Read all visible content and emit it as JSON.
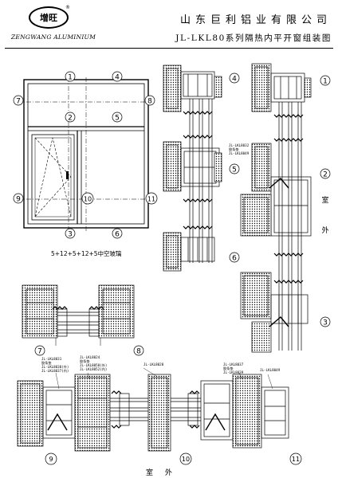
{
  "header": {
    "logo_mark": "增旺",
    "logo_registered": "®",
    "logo_sub": "ZENGWANG ALUMINIUM",
    "company": "山东巨利铝业有限公司",
    "drawing_title": "JL-LKL80系列隔热内平开窗组装图"
  },
  "elevation": {
    "callouts": [
      "1",
      "4",
      "7",
      "8",
      "2",
      "5",
      "9",
      "10",
      "11",
      "3",
      "6"
    ],
    "glass_note": "5+12+5+12+5中空玻璃"
  },
  "section_right": {
    "callouts_left": [
      "4",
      "5",
      "6"
    ],
    "callouts_right": [
      "1",
      "2",
      "3"
    ],
    "labels": [
      "JL-LKL8032",
      "胶条垫",
      "JL-LKL8049"
    ],
    "room_side_text": "室",
    "outside_text": "外"
  },
  "section_middle": {
    "callouts": [
      "7",
      "8"
    ]
  },
  "section_bottom": {
    "callouts": [
      "9",
      "10",
      "11"
    ],
    "labels_left": [
      "JL-LKL8031",
      "胶条垫",
      "JL-LKL8030(外)",
      "JL-LKL8037(内)"
    ],
    "labels_mid": [
      "JL-LKL8024",
      "胶条垫",
      "JL-LKL8050(外)",
      "JL-LKL8052(内)"
    ],
    "labels_center": [
      "JL-LKL8028"
    ],
    "labels_right1": [
      "JL-LKL8037",
      "胶条垫",
      "JL-LKL8039"
    ],
    "labels_right2": [
      "JL-LKL8049"
    ],
    "room_outside_text": "室  外"
  }
}
